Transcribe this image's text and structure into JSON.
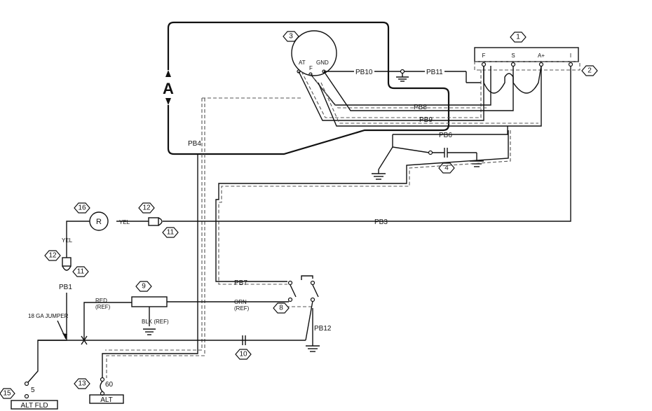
{
  "harness_labels": {
    "pb1": "PB1",
    "pb3": "PB3",
    "pb4": "PB4",
    "pb6": "PB6",
    "pb7": "PB7",
    "pb8": "PB8",
    "pb9": "PB9",
    "pb10": "PB10",
    "pb11": "PB11",
    "pb12": "PB12"
  },
  "alternator_terminals": {
    "f": "F",
    "s": "S",
    "a_plus": "A+",
    "i": "I"
  },
  "regulator_terminals": {
    "at": "AT",
    "f": "F",
    "gnd": "GND"
  },
  "wire_colors": {
    "yel_1": "YEL",
    "yel_2": "YEL",
    "red": "RED",
    "red_ref": "(REF)",
    "orn": "ORN",
    "orn_ref": "(REF)",
    "blk": "BLK (REF)"
  },
  "lamp_symbol": "R",
  "jumper_label": "18 GA JUMPER",
  "breakers": {
    "alt_fld_amp": "5",
    "alt_fld_label": "ALT FLD",
    "alt_amp": "60",
    "alt_label": "ALT"
  },
  "reference_numbers": [
    "1",
    "2",
    "3",
    "4",
    "8",
    "9",
    "10",
    "11",
    "11",
    "12",
    "12",
    "13",
    "15",
    "16"
  ],
  "arrow_letter": "A"
}
